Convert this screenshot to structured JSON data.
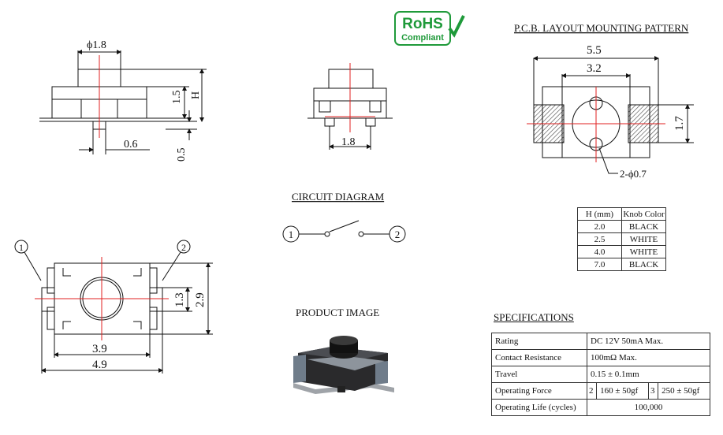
{
  "rohs": {
    "main": "RoHS",
    "sub": "Compliant"
  },
  "side_view": {
    "dia": "ϕ1.8",
    "body_h": "1.5",
    "total_h": "H",
    "lead": "0.6",
    "foot": "0.5"
  },
  "front_view": {
    "width": "1.8"
  },
  "pcb": {
    "title": "P.C.B. LAYOUT MOUNTING PATTERN",
    "outer": "5.5",
    "inner": "3.2",
    "pad_h": "1.7",
    "holes": "2-ϕ0.7"
  },
  "circuit": {
    "title": "CIRCUIT DIAGRAM",
    "pin1": "1",
    "pin2": "2"
  },
  "top_view": {
    "pin1": "1",
    "pin2": "2",
    "inner_w": "3.9",
    "outer_w": "4.9",
    "pad_h": "1.3",
    "body_h": "2.9"
  },
  "product": {
    "title": "PRODUCT IMAGE"
  },
  "height_table": {
    "headers": [
      "H (mm)",
      "Knob Color"
    ],
    "rows": [
      [
        "2.0",
        "BLACK"
      ],
      [
        "2.5",
        "WHITE"
      ],
      [
        "4.0",
        "WHITE"
      ],
      [
        "7.0",
        "BLACK"
      ]
    ]
  },
  "specs": {
    "title": "SPECIFICATIONS",
    "rating_label": "Rating",
    "rating_value": "DC 12V 50mA Max.",
    "contact_label": "Contact Resistance",
    "contact_value": "100mΩ Max.",
    "travel_label": "Travel",
    "travel_value": "0.15 ± 0.1mm",
    "force_label": "Operating Force",
    "force_opt1_num": "2",
    "force_opt1": "160 ± 50gf",
    "force_opt2_num": "3",
    "force_opt2": "250 ± 50gf",
    "life_label": "Operating Life (cycles)",
    "life_value": "100,000"
  },
  "colors": {
    "red_centerline": "#e02020",
    "rohs_green": "#1f9a3a",
    "hatch": "#444444"
  }
}
